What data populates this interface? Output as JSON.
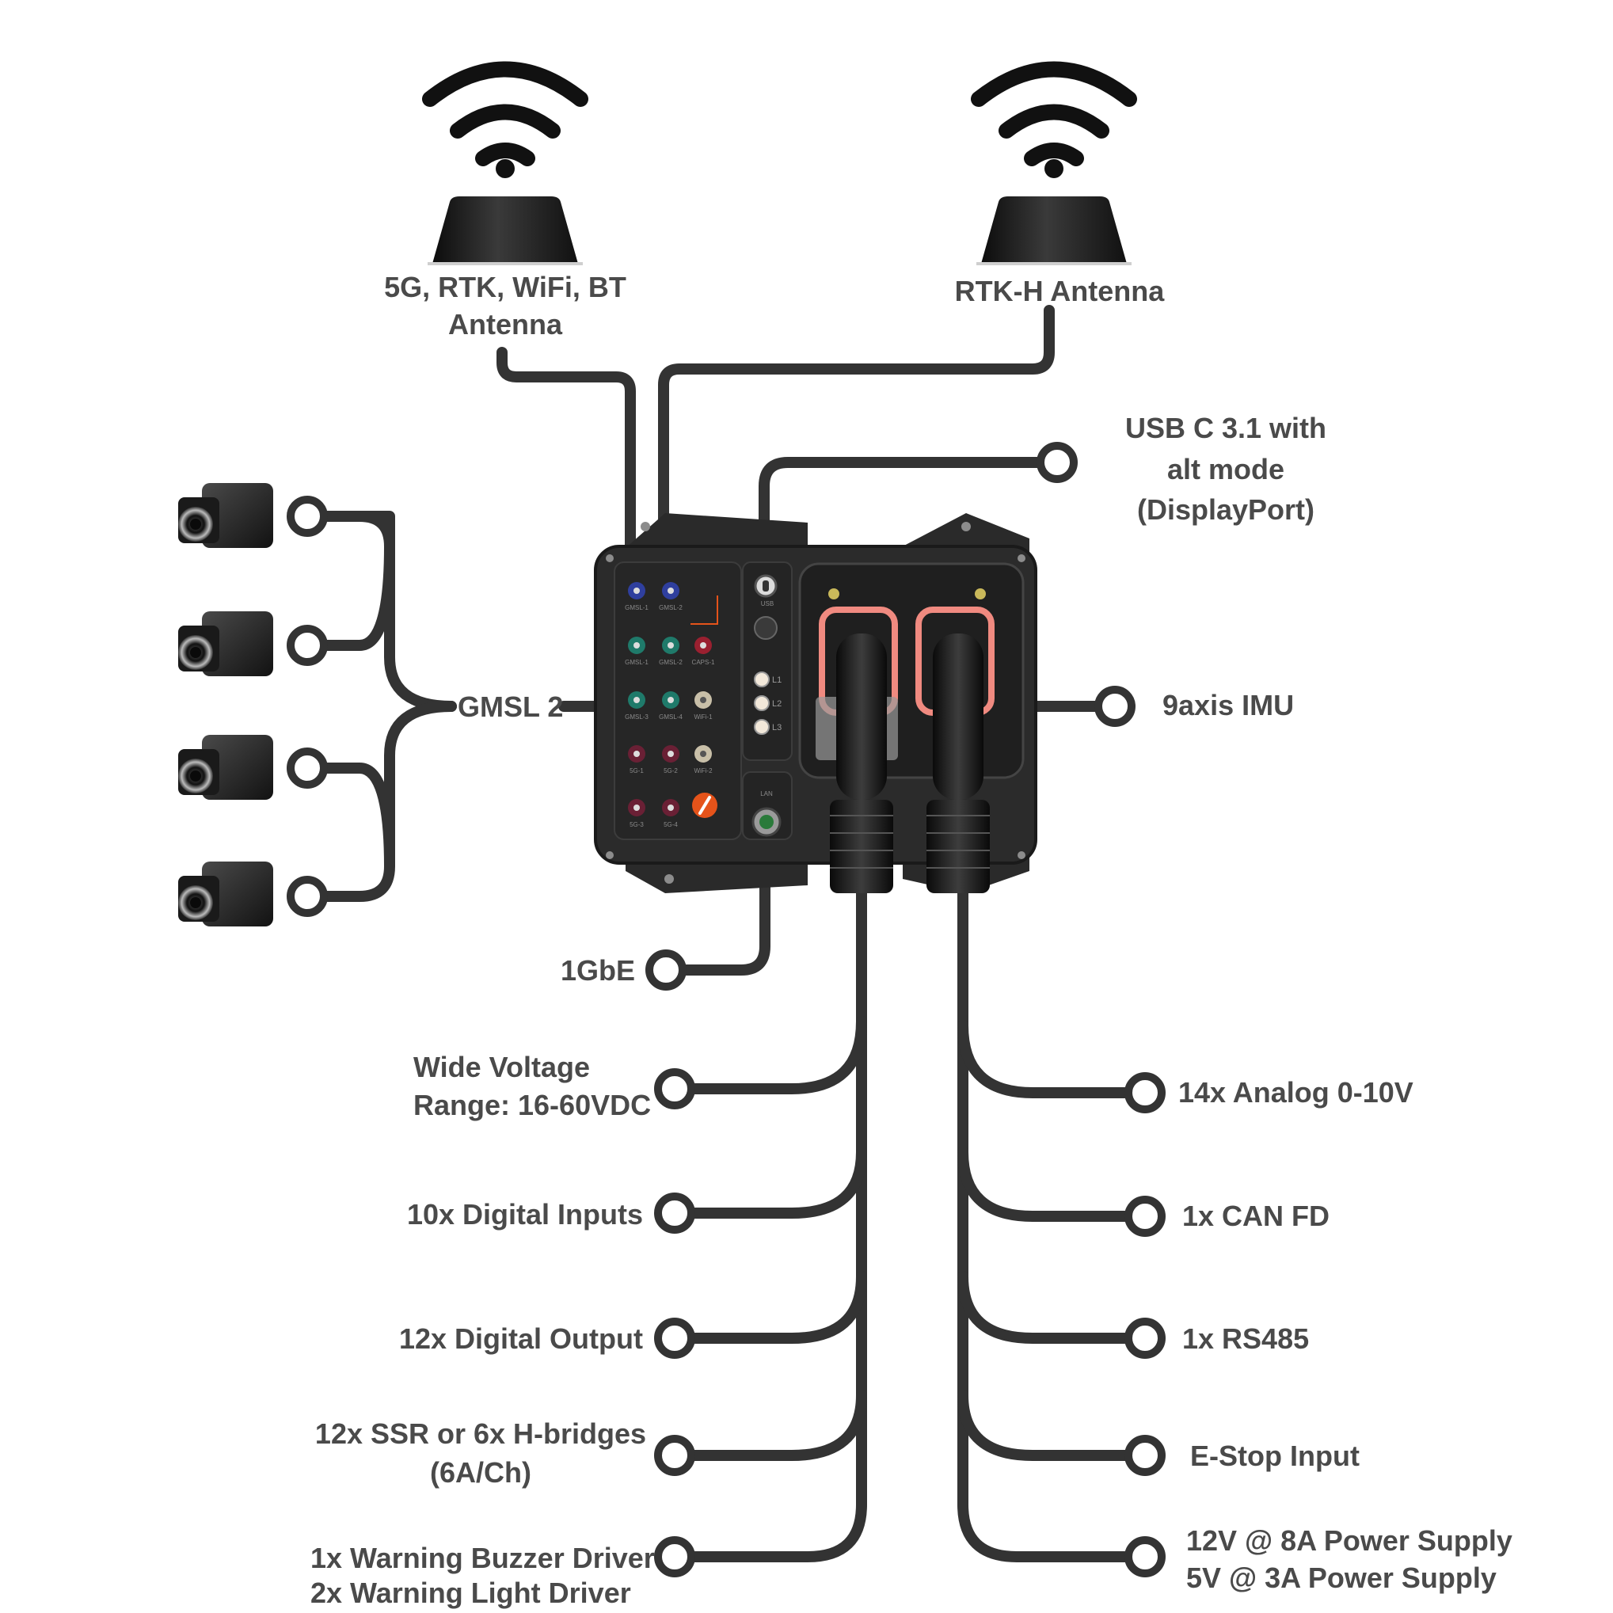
{
  "antennas": {
    "left_line1": "5G, RTK, WiFi, BT",
    "left_line2": "Antenna",
    "right": "RTK-H Antenna"
  },
  "labels": {
    "usb_line1": "USB C 3.1 with",
    "usb_line2": "alt mode",
    "usb_line3": "(DisplayPort)",
    "gmsl": "GMSL 2",
    "imu": "9axis IMU",
    "gbe": "1GbE",
    "voltage_line1": "Wide Voltage",
    "voltage_line2": "Range: 16-60VDC",
    "digital_inputs": "10x Digital Inputs",
    "digital_output": "12x Digital Output",
    "ssr_line1": "12x SSR or 6x H-bridges",
    "ssr_line2": "(6A/Ch)",
    "warning_line1": "1x Warning Buzzer Driver",
    "warning_line2": "2x Warning Light Driver",
    "analog": "14x Analog 0-10V",
    "can": "1x CAN FD",
    "rs485": "1x RS485",
    "estop": "E-Stop Input",
    "power_line1": "12V @ 8A Power Supply",
    "power_line2": "5V @ 3A Power Supply"
  },
  "device": {
    "ports": [
      "GMSL-1",
      "GMSL-2",
      "GMSL-1",
      "GMSL-2",
      "CAPS-1",
      "GMSL-3",
      "GMSL-4",
      "WiFi-1",
      "5G-1",
      "5G-2",
      "WiFi-2",
      "5G-3",
      "5G-4"
    ],
    "usb_label": "USB",
    "leds": [
      "L1",
      "L2",
      "L3"
    ],
    "lan_label": "LAN"
  },
  "colors": {
    "wire": "#333333",
    "label": "#4a4a4a",
    "enclosure": "#2b2b2b",
    "port_blue": "#2f3f9e",
    "port_teal": "#1f7a6a",
    "port_red": "#9a2030",
    "port_maroon": "#6a2035",
    "port_beige": "#c8bfa8",
    "accent_orange": "#e5531a",
    "connector_pink": "#f08a80"
  }
}
